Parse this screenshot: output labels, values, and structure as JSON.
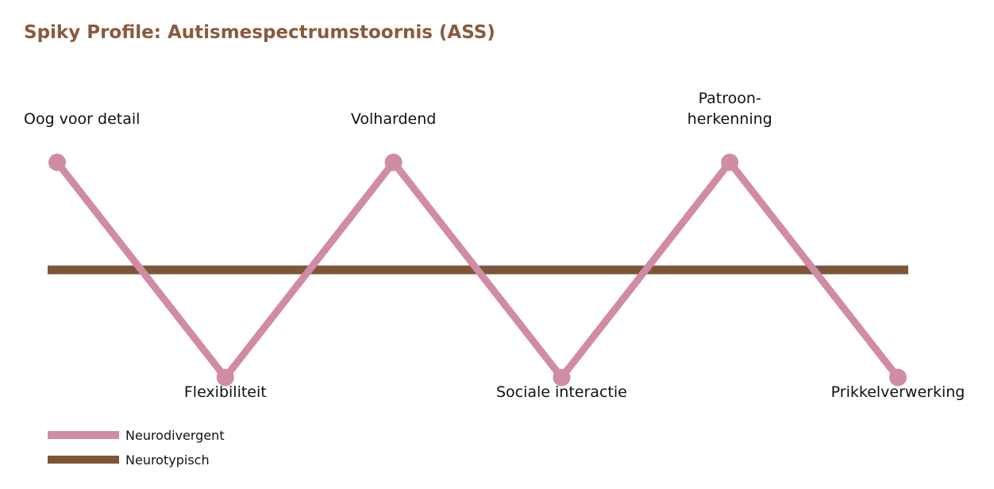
{
  "chart_data": {
    "type": "line",
    "title": "Spiky Profile: Autismespectrumstoornis (ASS)",
    "xlabel": "",
    "ylabel": "",
    "ylim": [
      -1,
      1
    ],
    "grid": false,
    "legend_placement": "bottom-left",
    "categories": [
      "Oog voor detail",
      "Flexibiliteit",
      "Volhardend",
      "Sociale interactie",
      "Patroon-herkenning",
      "Prikkelverwerking"
    ],
    "category_label_lines": [
      [
        "Oog voor detail"
      ],
      [
        "Flexibiliteit"
      ],
      [
        "Volhardend"
      ],
      [
        "Sociale interactie"
      ],
      [
        "Patroon-",
        "herkenning"
      ],
      [
        "Prikkelverwerking"
      ]
    ],
    "series": [
      {
        "name": "Neurodivergent",
        "color": "#d08ba5",
        "values": [
          1,
          -1,
          1,
          -1,
          1,
          -1
        ]
      },
      {
        "name": "Neurotypisch",
        "color": "#7f5539",
        "values": [
          0,
          0,
          0,
          0,
          0,
          0
        ]
      }
    ],
    "title_color": "#8a5a3c"
  }
}
